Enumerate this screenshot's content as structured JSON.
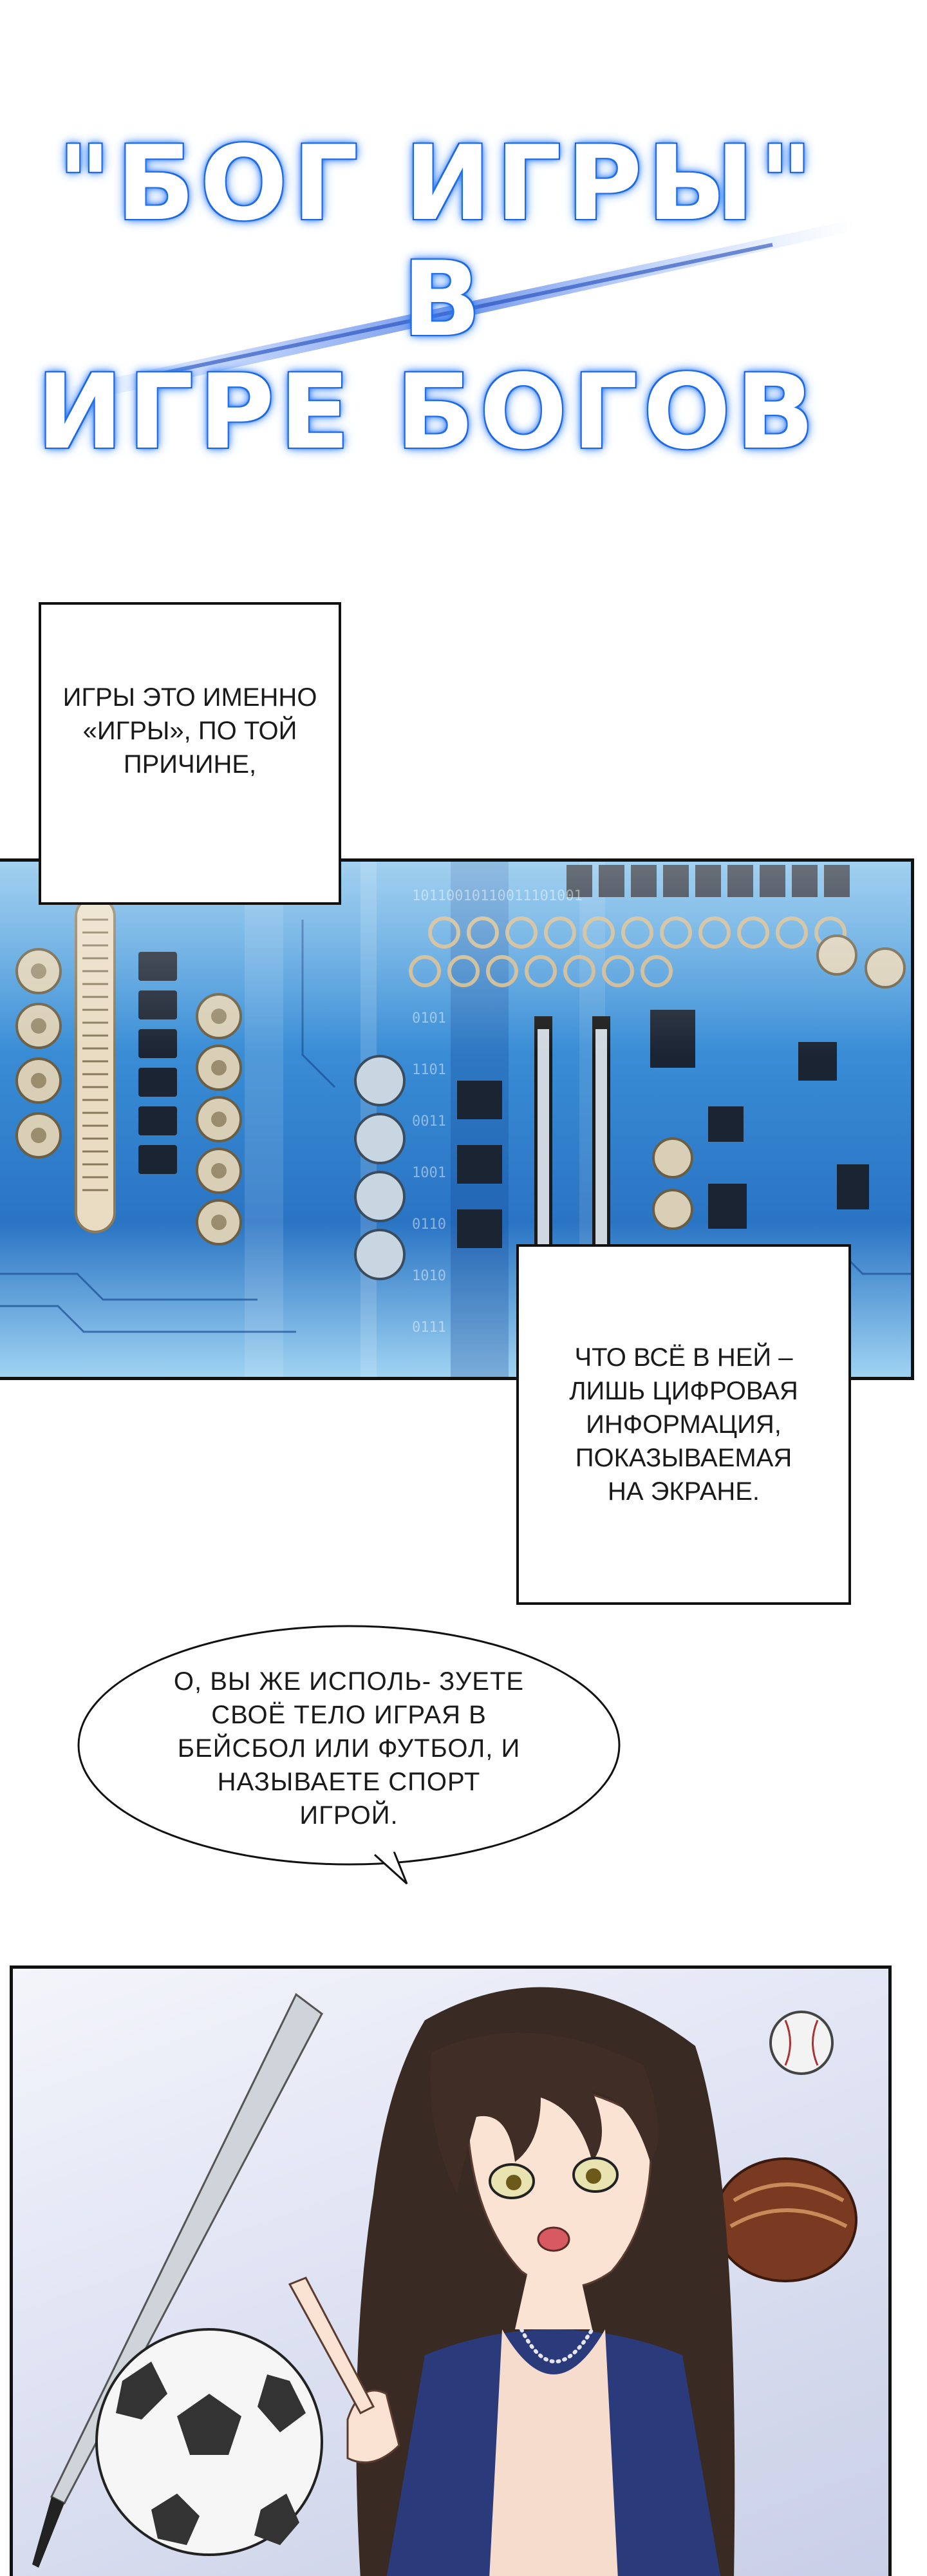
{
  "title": {
    "line1": "\"БОГ ИГРЫ\"",
    "line2": "В",
    "line3": "ИГРЕ БОГОВ"
  },
  "captions": {
    "first": "ИГРЫ ЭТО ИМЕННО «ИГРЫ», ПО ТОЙ ПРИЧИНЕ,",
    "second": "ЧТО ВСЁ В НЕЙ – ЛИШЬ ЦИФРОВАЯ ИНФОРМАЦИЯ, ПОКАЗЫВАЕМАЯ НА ЭКРАНЕ."
  },
  "speech_bubble": {
    "text": "О, ВЫ ЖЕ ИСПОЛЬ- ЗУЕТЕ СВОЁ ТЕЛО ИГРАЯ В БЕЙСБОЛ ИЛИ ФУТБОЛ, И НАЗЫВАЕТЕ СПОРТ ИГРОЙ."
  },
  "colors": {
    "title_glow": "#1f6fe8",
    "board_blue": "#2a74c4",
    "panel_border": "#111111"
  }
}
